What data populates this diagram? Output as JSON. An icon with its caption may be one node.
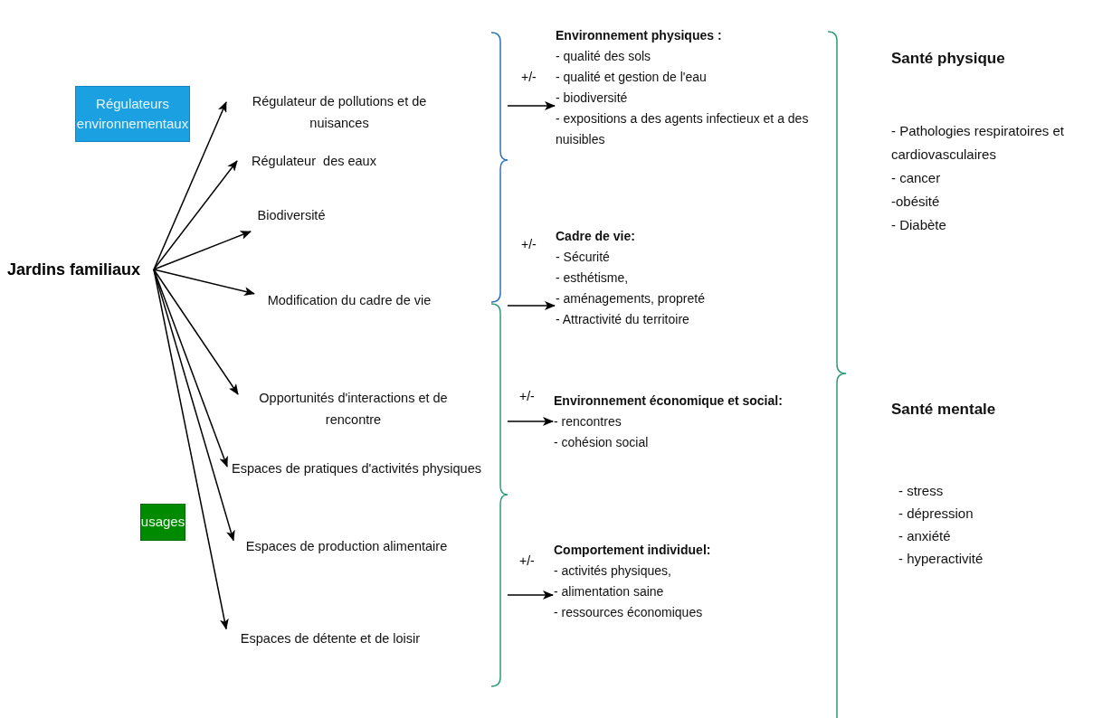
{
  "diagram": {
    "nodes": [
      {
        "text": [
          "Jardins familiaux"
        ]
      },
      {
        "text": [
          "Régulateurs environnementaux"
        ]
      },
      {
        "text": [
          "usages"
        ]
      },
      {
        "text": [
          "Régulateur de pollutions et de nuisances"
        ]
      },
      {
        "text": [
          "Régulateur  des eaux"
        ]
      },
      {
        "text": [
          "Biodiversité"
        ]
      },
      {
        "text": [
          "Modification du cadre de vie"
        ]
      },
      {
        "text": [
          "Opportunités d'interactions et de rencontre"
        ]
      },
      {
        "text": [
          "Espaces de pratiques d'activités physiques"
        ]
      },
      {
        "text": [
          "Espaces de production alimentaire"
        ]
      },
      {
        "text": [
          "Espaces de détente et de loisir"
        ]
      },
      {
        "text": [
          "Environnement physiques :",
          "- qualité des sols",
          "- qualité et gestion de l'eau",
          "- biodiversité",
          "- expositions a des agents infectieux et a des nuisibles"
        ]
      },
      {
        "text": [
          "Cadre de vie:",
          "- Sécurité",
          "- esthétisme,",
          "- aménagements, propreté",
          "- Attractivité du territoire"
        ]
      },
      {
        "text": [
          "Environnement économique et social:",
          "- rencontres",
          "- cohésion social"
        ]
      },
      {
        "text": [
          "Comportement individuel:",
          "- activités physiques,",
          "- alimentation saine",
          "- ressources économiques"
        ]
      },
      {
        "text": [
          "Santé physique",
          "- Pathologies respiratoires et cardiovasculaires",
          "- cancer",
          "-obésité",
          "- Diabète"
        ]
      },
      {
        "text": [
          "Santé mentale",
          "- stress",
          "- dépression",
          "- anxiété",
          "- hyperactivité"
        ]
      },
      {
        "text": [],
        "shape": "brace"
      },
      {
        "text": [],
        "shape": "brace"
      }
    ],
    "edges": [
      {
        "from": 0,
        "to": 3,
        "arrow": "to"
      },
      {
        "from": 0,
        "to": 4,
        "arrow": "to"
      },
      {
        "from": 0,
        "to": 5,
        "arrow": "to"
      },
      {
        "from": 0,
        "to": 6,
        "arrow": "to"
      },
      {
        "from": 0,
        "to": 7,
        "arrow": "to"
      },
      {
        "from": 0,
        "to": 8,
        "arrow": "to"
      },
      {
        "from": 0,
        "to": 9,
        "arrow": "to"
      },
      {
        "from": 0,
        "to": 10,
        "arrow": "to"
      },
      {
        "from": 17,
        "to": 11,
        "arrow": "to",
        "label": "+/-"
      },
      {
        "from": 18,
        "to": 12,
        "arrow": "to",
        "label": "+/-"
      },
      {
        "from": 18,
        "to": 13,
        "arrow": "to",
        "label": "+/-"
      },
      {
        "from": 18,
        "to": 14,
        "arrow": "to",
        "label": "+/-"
      }
    ]
  }
}
